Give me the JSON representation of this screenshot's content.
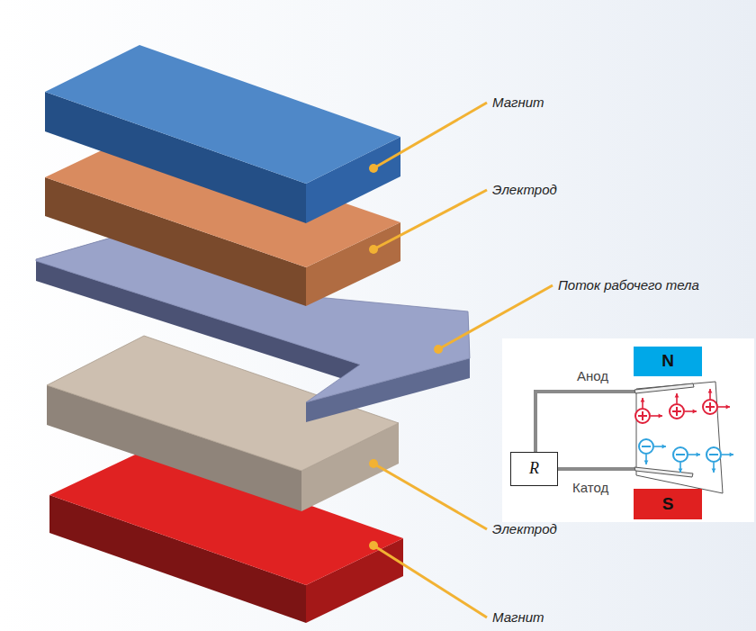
{
  "diagram": {
    "nodes": [
      {
        "text": [
          "N"
        ]
      },
      {
        "text": [
          "R"
        ]
      },
      {
        "text": [
          "S"
        ]
      }
    ],
    "labels": [
      "Магнит",
      "Электрод",
      "Поток рабочего тела",
      "Электрод",
      "Магнит",
      "Анод",
      "Катод"
    ]
  }
}
